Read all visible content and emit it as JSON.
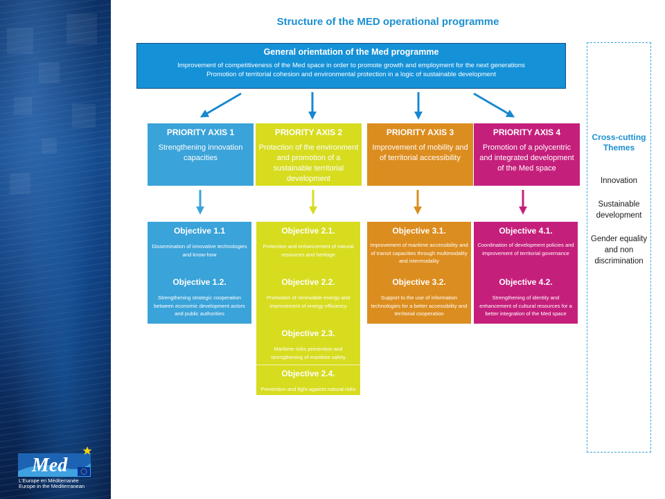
{
  "title": "Structure of the MED operational programme",
  "general": {
    "title": "General orientation of the Med programme",
    "line1": "Improvement of competitiveness of the Med space in order to promote growth and employment for the next generations",
    "line2": "Promotion of territorial cohesion and environmental protection in a logic of sustainable development"
  },
  "axes": [
    {
      "title": "PRIORITY AXIS 1",
      "desc": "Strengthening innovation capacities",
      "color": "#3aa3d9"
    },
    {
      "title": "PRIORITY AXIS 2",
      "desc": "Protection of the environment and promotion of a sustainable territorial development",
      "color": "#d7dc1f"
    },
    {
      "title": "PRIORITY AXIS 3",
      "desc": "Improvement of mobility and of territorial accessibility",
      "color": "#dc8d1f"
    },
    {
      "title": "PRIORITY AXIS 4",
      "desc": "Promotion of a polycentric and integrated development of the Med space",
      "color": "#c51f7c"
    }
  ],
  "objectives": [
    [
      {
        "title": "Objective 1.1",
        "desc": "Dissemination of innovative technologies and know-how"
      },
      {
        "title": "Objective 1.2.",
        "desc": "Strengthening strategic cooperation between economic development actors and public authorities"
      }
    ],
    [
      {
        "title": "Objective 2.1.",
        "desc": "Protection and enhancement of natural resources and heritage"
      },
      {
        "title": "Objective 2.2.",
        "desc": "Promotion of renewable energy and improvement of energy efficiency"
      },
      {
        "title": "Objective 2.3.",
        "desc": "Maritime risks prevention and strengthening of maritime safety"
      },
      {
        "title": "Objective 2.4.",
        "desc": "Prevention and fight against natural risks"
      }
    ],
    [
      {
        "title": "Objective 3.1.",
        "desc": "Improvement of maritime accessibility and of transit capacities through multimodality and intermodality"
      },
      {
        "title": "Objective 3.2.",
        "desc": "Support to the use of information technologies for a better accessibility and territorial cooperation"
      }
    ],
    [
      {
        "title": "Objective 4.1.",
        "desc": "Coordination of development policies and improvement of territorial governance"
      },
      {
        "title": "Objective 4.2.",
        "desc": "Strengthening of identity and enhancement of cultural resources for a better integration of the Med space"
      }
    ]
  ],
  "cross_cutting": {
    "title": "Cross-cutting Themes",
    "items": [
      "Innovation",
      "Sustainable development",
      "Gender equality and non discrimination"
    ]
  },
  "logo": {
    "word": "Med",
    "line1": "L'Europe en Méditerranée",
    "line2": "Europe in the Mediterranean"
  }
}
